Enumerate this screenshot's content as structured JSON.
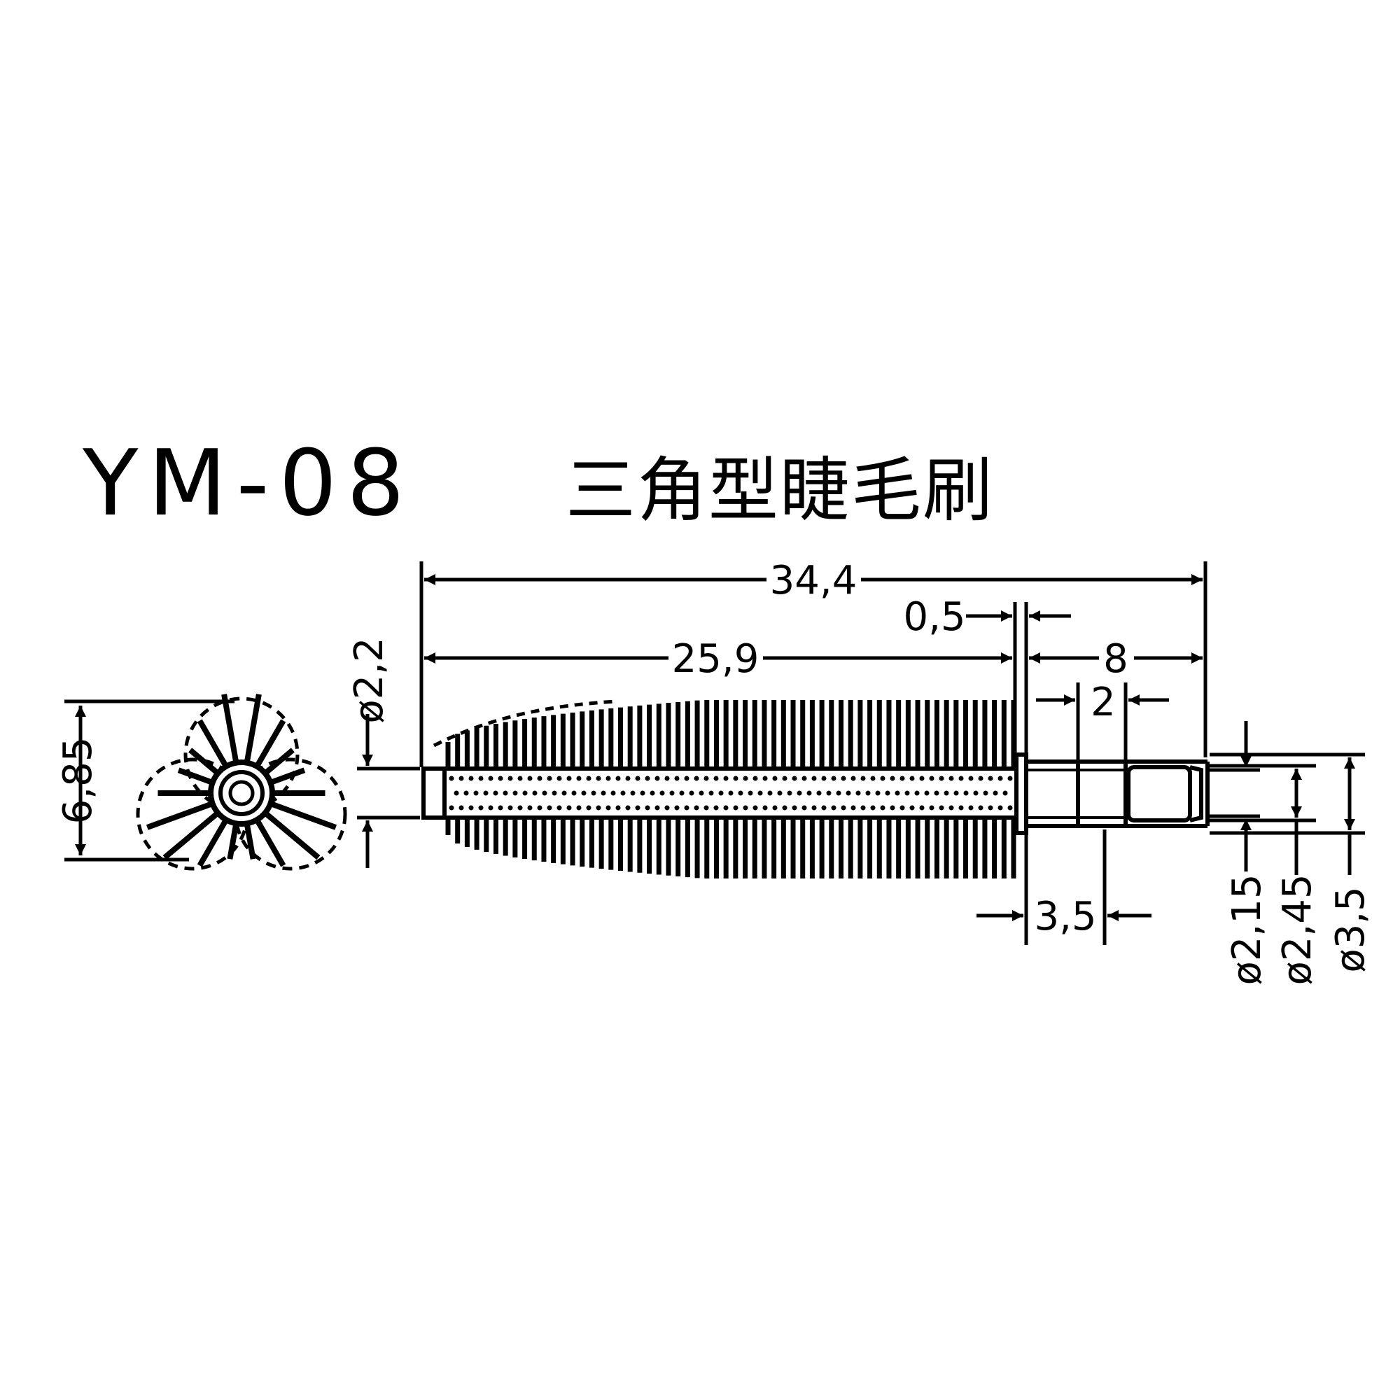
{
  "header": {
    "model_code": "YM-08",
    "product_name": "三角型睫毛刷"
  },
  "dimensions": {
    "overall_length": "34,4",
    "bristle_length": "25,9",
    "flange_width": "0,5",
    "handle_length": "8",
    "groove_width": "2",
    "shoulder_length": "3,5",
    "core_diameter": "ø2,2",
    "head_diameter": "6,85",
    "groove_diameter": "ø2,15",
    "tip_diameter": "ø2,45",
    "shaft_diameter": "ø3,5"
  },
  "colors": {
    "line": "#000000",
    "background": "#ffffff"
  }
}
